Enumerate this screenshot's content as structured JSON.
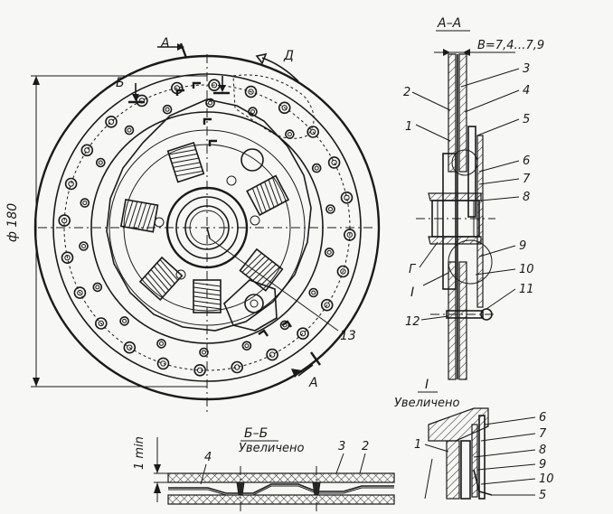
{
  "labels": {
    "section_aa": "А–А",
    "section_bb": "Б–Б",
    "detail_i": "I",
    "enlarged": "Увеличено",
    "enlarged_bb": "Увеличено",
    "mark_a_top": "А",
    "mark_a_bottom": "А",
    "mark_b": "Б",
    "mark_d": "Д",
    "mark_g": "Г",
    "mark_i_section": "I",
    "diameter": "ф 180",
    "thickness_dim": "В=7,4…7,9",
    "one_min": "1 min"
  },
  "callouts_section": [
    "1",
    "2",
    "3",
    "4",
    "5",
    "6",
    "7",
    "8",
    "9",
    "10",
    "11",
    "12"
  ],
  "callout_main": "13",
  "callouts_bb": [
    "4",
    "3",
    "2"
  ],
  "callouts_detail": [
    "1",
    "6",
    "7",
    "8",
    "9",
    "10",
    "5"
  ]
}
